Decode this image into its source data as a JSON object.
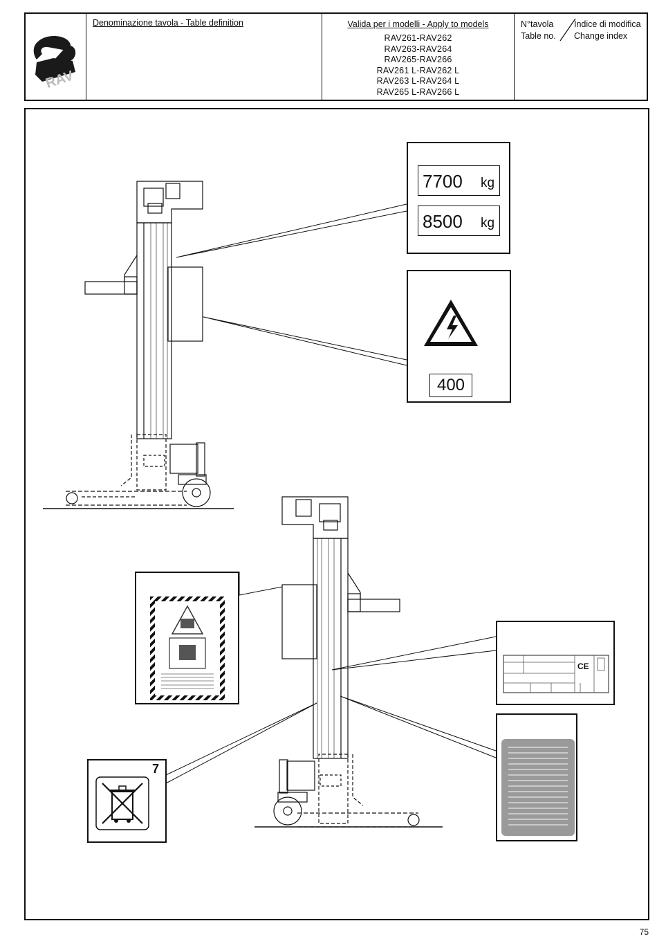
{
  "header": {
    "table_definition_label": "Denominazione tavola - Table definition",
    "models_label": "Valida per i modelli - Apply to models",
    "models": [
      "RAV261-RAV262",
      "RAV263-RAV264",
      "RAV265-RAV266",
      "RAV261 L-RAV262 L",
      "RAV263 L-RAV264 L",
      "RAV265 L-RAV266 L"
    ],
    "table_no_it": "N°tavola",
    "table_no_en": "Table no.",
    "change_index_it": "Indice di modifica",
    "change_index_en": "Change index",
    "logo_text": "RAV"
  },
  "labels": {
    "capacity_1_value": "7700",
    "capacity_1_unit": "kg",
    "capacity_2_value": "8500",
    "capacity_2_unit": "kg",
    "voltage": "400",
    "disposal_number": "7"
  },
  "icons": {
    "voltage_warning": "high-voltage-warning-icon",
    "disposal": "crossed-out-bin-icon",
    "ce_mark": "CE"
  },
  "footer": {
    "page_number": "75"
  }
}
